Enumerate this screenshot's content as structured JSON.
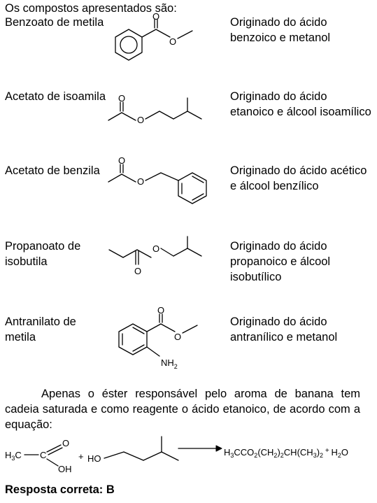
{
  "intro": "Os compostos apresentados são:",
  "compounds": [
    {
      "name": "Benzoato de metila",
      "origin": "Originado do ácido benzoico e metanol"
    },
    {
      "name": "Acetato de isoamila",
      "origin": "Originado do ácido etanoico e álcool isoamílico"
    },
    {
      "name": "Acetato de benzila",
      "origin": "Originado do ácido acético e álcool benzílico"
    },
    {
      "name": "Propanoato de isobutila",
      "origin": "Originado do ácido propanoico e álcool isobutílico"
    },
    {
      "name": "Antranilato de metila",
      "origin": "Originado do ácido antranílico e metanol"
    }
  ],
  "atom_labels": {
    "O": "O",
    "NH": "NH",
    "sub2": "2",
    "H3C": "H",
    "three": "3",
    "C": "C",
    "OH": "OH",
    "HO": "HO",
    "plus": "+"
  },
  "explanation": "Apenas o éster responsável pelo aroma de banana tem cadeia saturada e como reagente o ácido etanoico, de acordo com a equação:",
  "product_formula": {
    "p1": "H",
    "s1": "3",
    "p2": "CCO",
    "s2": "2",
    "p3": "(CH",
    "s3": "2",
    "p4": ")",
    "s4": "2",
    "p5": "CH(CH",
    "s5": "3",
    "p6": ")",
    "s6": "2",
    "plus": " + ",
    "p7": "H",
    "s7": "2",
    "p8": "O"
  },
  "answer": "Resposta correta: B"
}
